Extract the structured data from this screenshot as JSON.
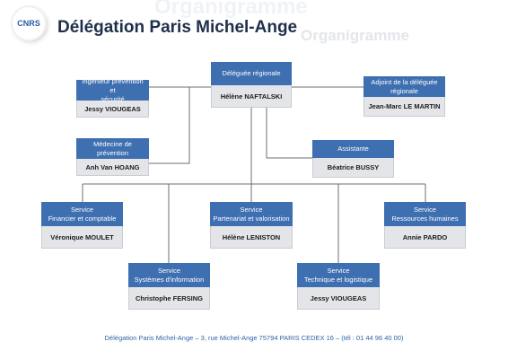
{
  "header": {
    "logo_text": "CNRS",
    "title": "Délégation Paris Michel-Ange",
    "watermark": "Organigramme"
  },
  "nodes": {
    "delegue": {
      "role": "Déléguée régionale",
      "name": "Hélène NAFTALSKI"
    },
    "prevention": {
      "role_lines": [
        "Ingénieur prévention et",
        "sécurité"
      ],
      "name": "Jessy VIOUGEAS"
    },
    "adjoint": {
      "role_lines": [
        "Adjoint de la déléguée",
        "régionale"
      ],
      "name": "Jean-Marc LE MARTIN"
    },
    "medecine": {
      "role_lines": [
        "Médecine de",
        "prévention"
      ],
      "name": "Anh Van HOANG"
    },
    "assistante": {
      "role": "Assistante",
      "name": "Béatrice BUSSY"
    },
    "financier": {
      "role_lines": [
        "Service",
        "Financier et comptable"
      ],
      "name": "Véronique MOULET"
    },
    "partenariat": {
      "role_lines": [
        "Service",
        "Partenariat et valorisation"
      ],
      "name": "Hélène LENISTON"
    },
    "rh": {
      "role_lines": [
        "Service",
        "Ressources humaines"
      ],
      "name": "Annie PARDO"
    },
    "si": {
      "role_lines": [
        "Service",
        "Systèmes d'information"
      ],
      "name": "Christophe FERSING"
    },
    "technique": {
      "role_lines": [
        "Service",
        "Technique et logistique"
      ],
      "name": "Jessy VIOUGEAS"
    }
  },
  "footer": "Délégation Paris Michel-Ange – 3, rue Michel-Ange 75794 PARIS CEDEX 16 – (tél : 01 44 96 40 00)"
}
